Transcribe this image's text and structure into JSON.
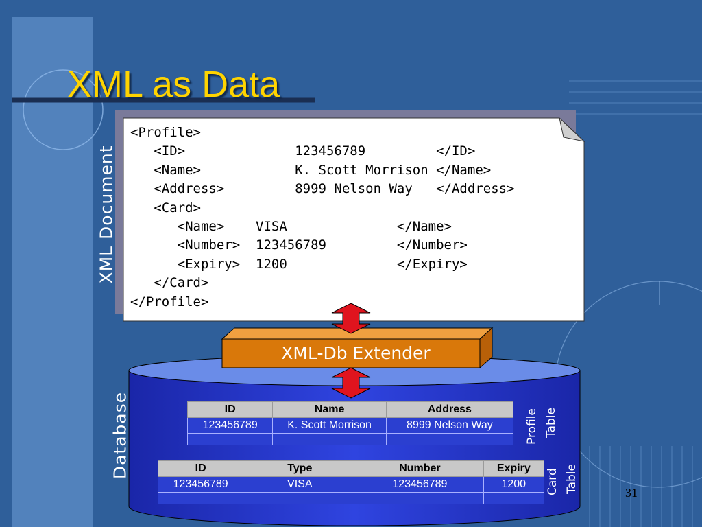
{
  "slide": {
    "title": "XML as Data",
    "page_number": "31",
    "xml_document_label": "XML Document",
    "database_label": "Database",
    "extender_label": "XML-Db Extender"
  },
  "xml_lines": [
    "<Profile>",
    "   <ID>              123456789         </ID>",
    "   <Name>            K. Scott Morrison </Name>",
    "   <Address>         8999 Nelson Way   </Address>",
    "   <Card>",
    "      <Name>    VISA              </Name>",
    "      <Number>  123456789         </Number>",
    "      <Expiry>  1200              </Expiry>",
    "   </Card>",
    "</Profile>"
  ],
  "profile_table": {
    "label_line1": "Profile",
    "label_line2": "Table",
    "headers": [
      "ID",
      "Name",
      "Address"
    ],
    "rows": [
      [
        "123456789",
        "K. Scott Morrison",
        "8999 Nelson Way"
      ]
    ]
  },
  "card_table": {
    "label_line1": "Card",
    "label_line2": "Table",
    "headers": [
      "ID",
      "Type",
      "Number",
      "Expiry"
    ],
    "rows": [
      [
        "123456789",
        "VISA",
        "123456789",
        "1200"
      ]
    ]
  },
  "colors": {
    "background": "#2f5f9a",
    "title": "#ffd400",
    "extender": "#d9780a",
    "database": "#2233c8",
    "arrow": "#e0141e"
  }
}
